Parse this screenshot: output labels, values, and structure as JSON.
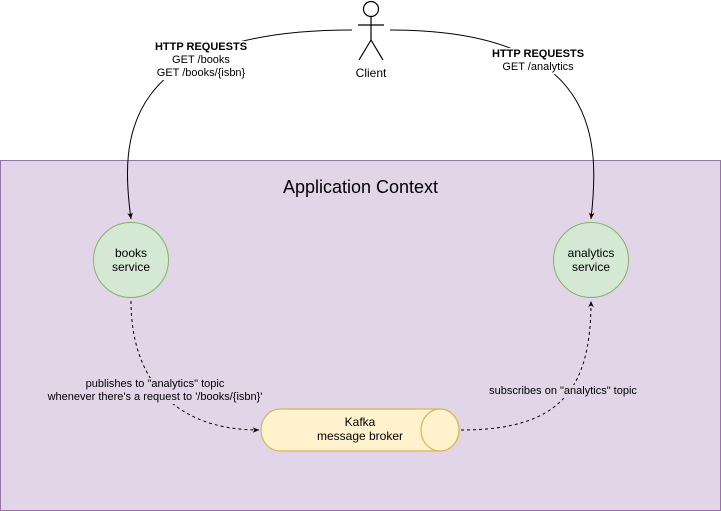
{
  "client": {
    "label": "Client"
  },
  "context": {
    "title": "Application Context"
  },
  "books_service": {
    "line1": "books",
    "line2": "service"
  },
  "analytics_service": {
    "line1": "analytics",
    "line2": "service"
  },
  "kafka": {
    "line1": "Kafka",
    "line2": "message broker"
  },
  "edges": {
    "client_to_books": {
      "heading": "HTTP REQUESTS",
      "line1": "GET /books",
      "line2": "GET /books/{isbn}"
    },
    "client_to_analytics": {
      "heading": "HTTP REQUESTS",
      "line1": "GET /analytics"
    },
    "books_to_kafka": {
      "line1": "publishes to \"analytics\" topic",
      "line2": "whenever there's a request to '/books/{isbn}'"
    },
    "kafka_to_analytics": {
      "line1": "subscribes on \"analytics\" topic"
    }
  },
  "colors": {
    "context_fill": "#e1d5e7",
    "context_stroke": "#9673a6",
    "service_fill": "#d5e8d4",
    "service_stroke": "#82b366",
    "broker_fill": "#fff2cc",
    "broker_stroke": "#d6b656"
  }
}
